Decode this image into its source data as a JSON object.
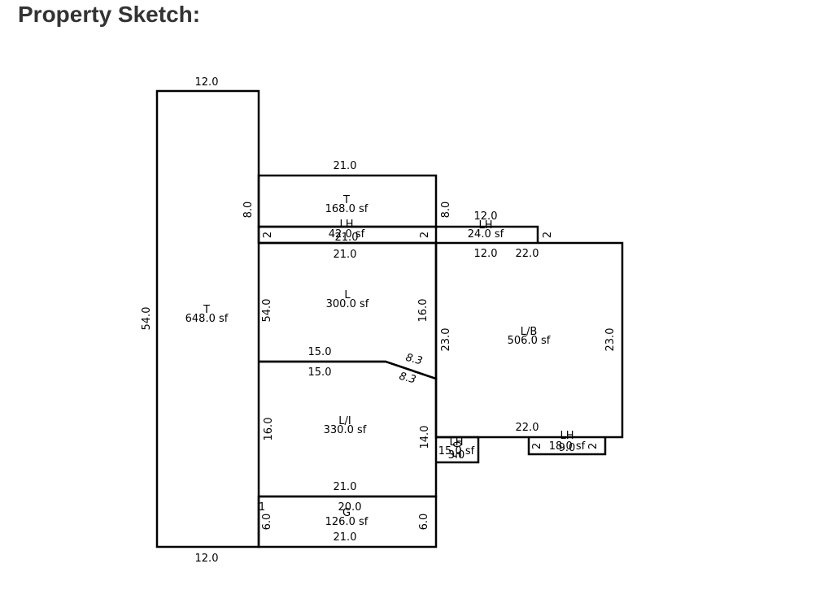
{
  "title": "Property Sketch:",
  "areas": [
    {
      "code": "T",
      "size": "648.0 sf"
    },
    {
      "code": "T",
      "size": "168.0 sf"
    },
    {
      "code": "LH",
      "size": "42.0 sf"
    },
    {
      "code": "LH",
      "size": "24.0 sf"
    },
    {
      "code": "L",
      "size": "300.0 sf"
    },
    {
      "code": "L/B",
      "size": "506.0 sf"
    },
    {
      "code": "L/I",
      "size": "330.0 sf"
    },
    {
      "code": "G",
      "size": "126.0 sf"
    },
    {
      "code": "LH",
      "size": "15.0 sf"
    },
    {
      "code": "LH",
      "size": "18.0 sf"
    }
  ],
  "dimensions": [
    "12.0",
    "54.0",
    "12.0",
    "21.0",
    "8.0",
    "8.0",
    "2",
    "21.0",
    "2",
    "12.0",
    "2",
    "12.0",
    "21.0",
    "54.0",
    "16.0",
    "22.0",
    "23.0",
    "23.0",
    "15.0",
    "8.3",
    "15.0",
    "8.3",
    "16.0",
    "14.0",
    "22.0",
    "21.0",
    "1",
    "20.0",
    "6.0",
    "6.0",
    "21.0",
    "5.0",
    "3.0",
    "2",
    "9.0",
    "2"
  ]
}
